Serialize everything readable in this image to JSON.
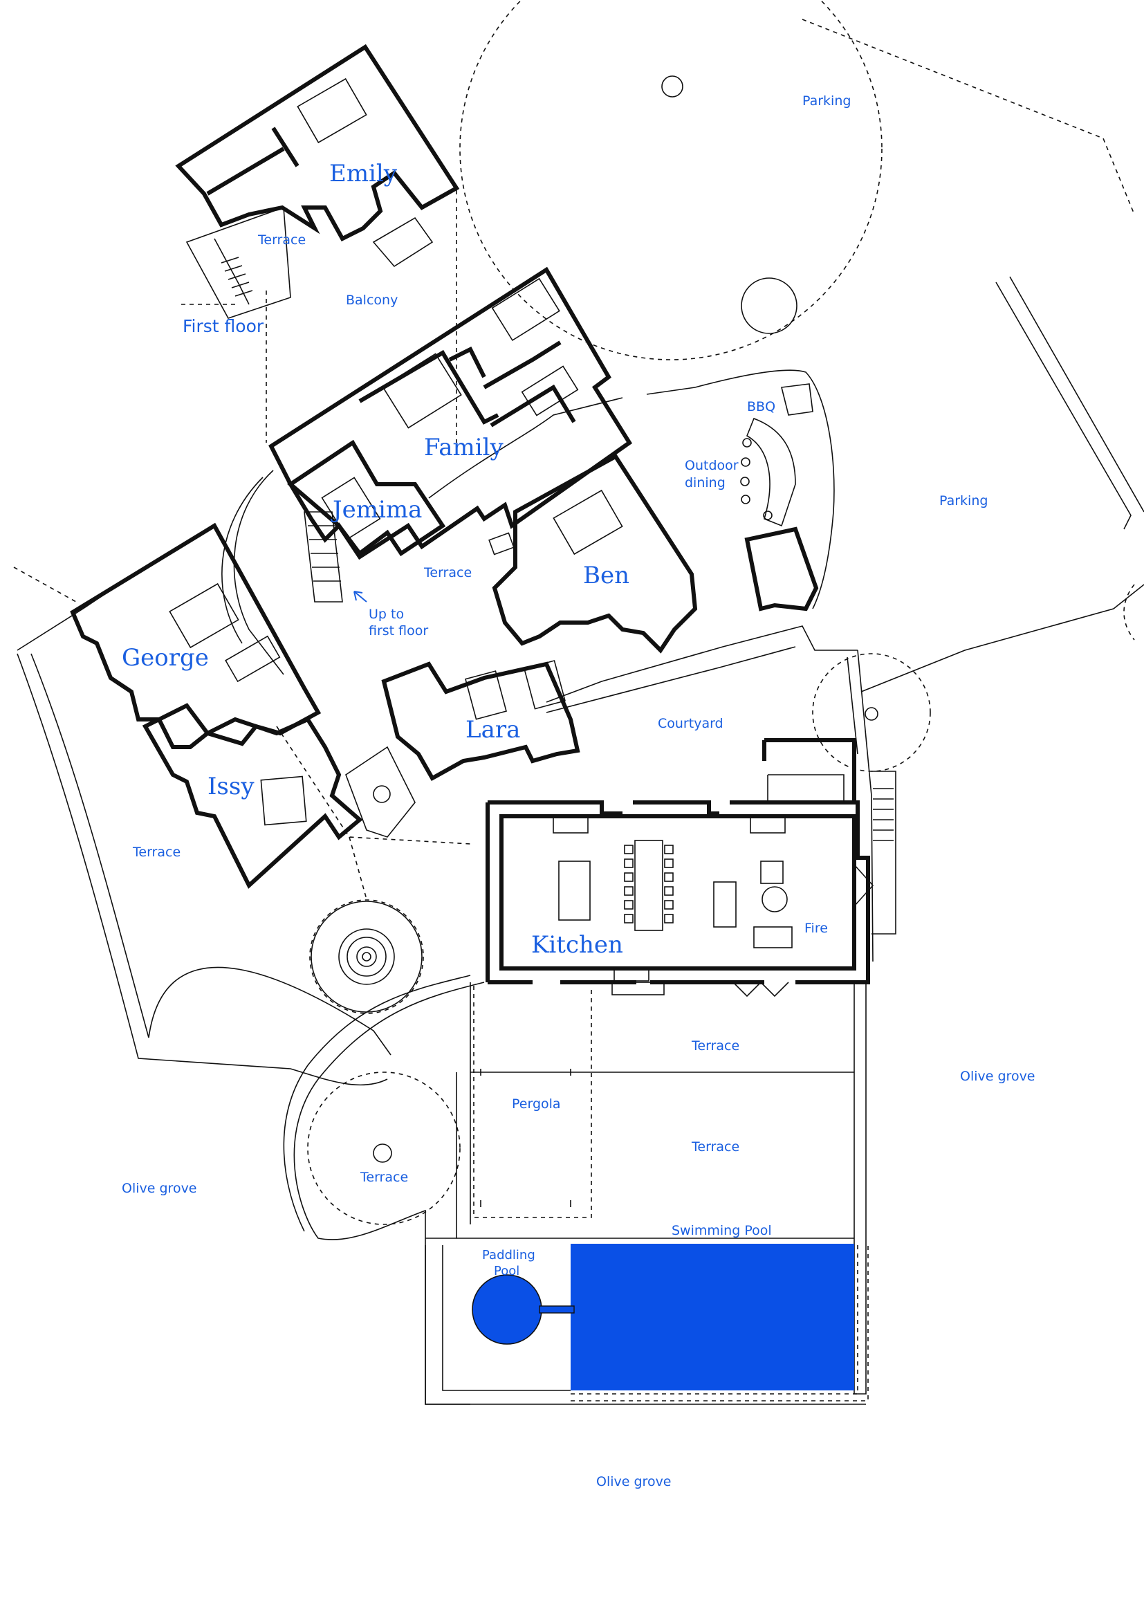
{
  "rooms": {
    "emily": "Emily",
    "family": "Family",
    "jemima": "Jemima",
    "ben": "Ben",
    "george": "George",
    "lara": "Lara",
    "issy": "Issy",
    "kitchen": "Kitchen"
  },
  "areas": {
    "terrace_upper": "Terrace",
    "balcony": "Balcony",
    "first_floor": "First floor",
    "parking_top": "Parking",
    "parking_right": "Parking",
    "bbq": "BBQ",
    "outdoor_dining_1": "Outdoor",
    "outdoor_dining_2": "dining",
    "terrace_center": "Terrace",
    "up_to_1": "Up to",
    "up_to_2": "first floor",
    "courtyard": "Courtyard",
    "terrace_left": "Terrace",
    "fire": "Fire",
    "terrace_pool_upper": "Terrace",
    "olive_grove_right": "Olive grove",
    "pergola": "Pergola",
    "terrace_pool_lower": "Terrace",
    "olive_grove_left": "Olive grove",
    "terrace_circle": "Terrace",
    "swimming_pool": "Swimming Pool",
    "paddling_pool_1": "Paddling",
    "paddling_pool_2": "Pool",
    "olive_grove_bottom": "Olive grove"
  },
  "colors": {
    "label": "#1a5fe0",
    "pool": "#0a50e6",
    "walls": "#111111"
  }
}
